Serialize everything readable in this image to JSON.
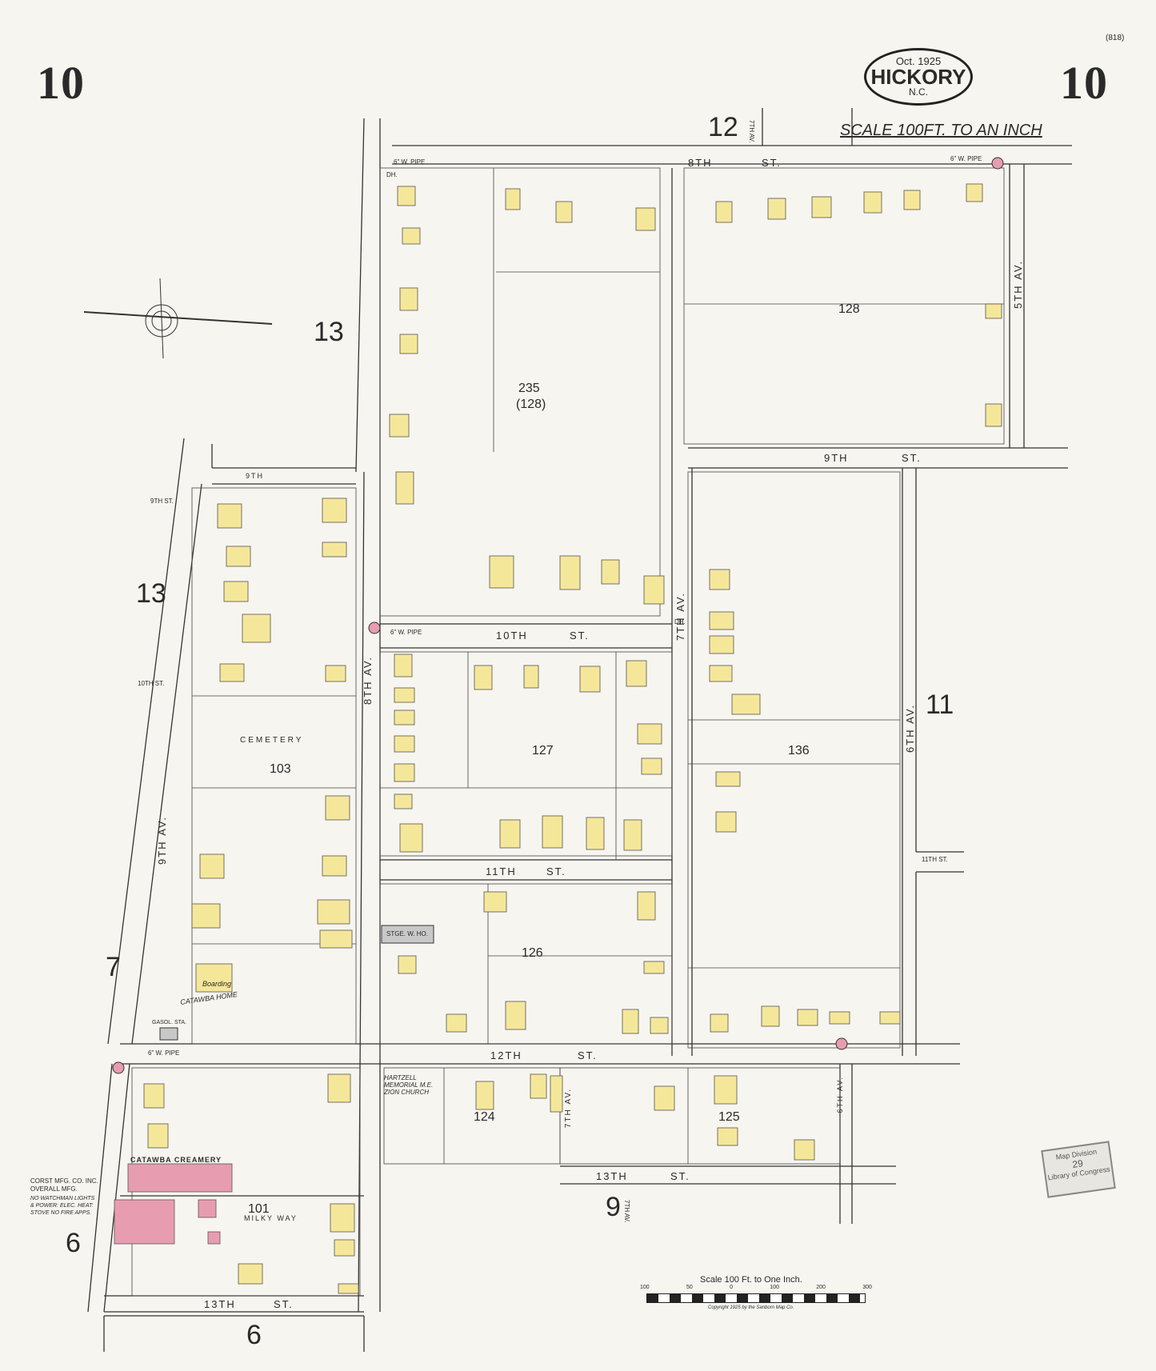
{
  "sheet": {
    "number_left": "10",
    "number_right": "10",
    "catalog_mark": "(818)"
  },
  "title": {
    "date": "Oct. 1925",
    "city": "HICKORY",
    "state": "N.C."
  },
  "scale_top": "SCALE 100FT. TO AN INCH",
  "scale_bottom": {
    "title": "Scale 100 Ft. to One Inch.",
    "ticks": [
      "100",
      "50",
      "0",
      "100",
      "200",
      "300"
    ],
    "copyright": "Copyright 1925 by the Sanborn Map Co."
  },
  "adjacent_sheets": {
    "top": "12",
    "left_upper": "13",
    "left_middle": "13",
    "left_lower": "7",
    "left_bottom": "6",
    "bottom": "6",
    "bottom_center": "9",
    "right": "11"
  },
  "blocks": [
    "235",
    "(128)",
    "128",
    "127",
    "136",
    "103",
    "126",
    "124",
    "125",
    "101"
  ],
  "streets": {
    "8th": "8TH",
    "st": "ST.",
    "9th": "9TH",
    "10th": "10TH",
    "11th": "11TH",
    "12th": "12TH",
    "13th": "13TH",
    "av": "AV.",
    "5th": "5TH",
    "6th": "6TH",
    "7th": "7TH",
    "8th_av": "8TH",
    "9th_av": "9TH",
    "milky_way": "MILKY WAY",
    "9th_st_small": "9TH ST.",
    "10th_st_small": "10TH ST.",
    "11th_st_small": "11TH ST.",
    "7th_av_small": "7TH AV.",
    "7th_av_bottom": "7TH AV."
  },
  "labels": {
    "cemetery": "CEMETERY",
    "catawba_home": "CATAWBA HOME",
    "boarding": "Boarding",
    "catawba_creamery": "CATAWBA CREAMERY",
    "stge": "STGE. W. HO.",
    "gasol": "GASOL. STA.",
    "hartzell": "HARTZELL MEMORIAL M.E. ZION CHURCH",
    "corst": "CORST MFG. CO. INC.",
    "overall": "OVERALL MFG.",
    "corst_note": "NO WATCHMAN LIGHTS & POWER: ELEC. HEAT: STOVE NO FIRE APPS.",
    "cw_pipe": "6\" W. PIPE",
    "dh": "DH."
  },
  "stamp": {
    "line1": "Map Division",
    "line2": "29",
    "line3": "Library of Congress"
  },
  "colors": {
    "bg": "#f7f5ef",
    "dwelling": "#f5e79a",
    "brick": "#e89cb0",
    "line": "#333333"
  }
}
